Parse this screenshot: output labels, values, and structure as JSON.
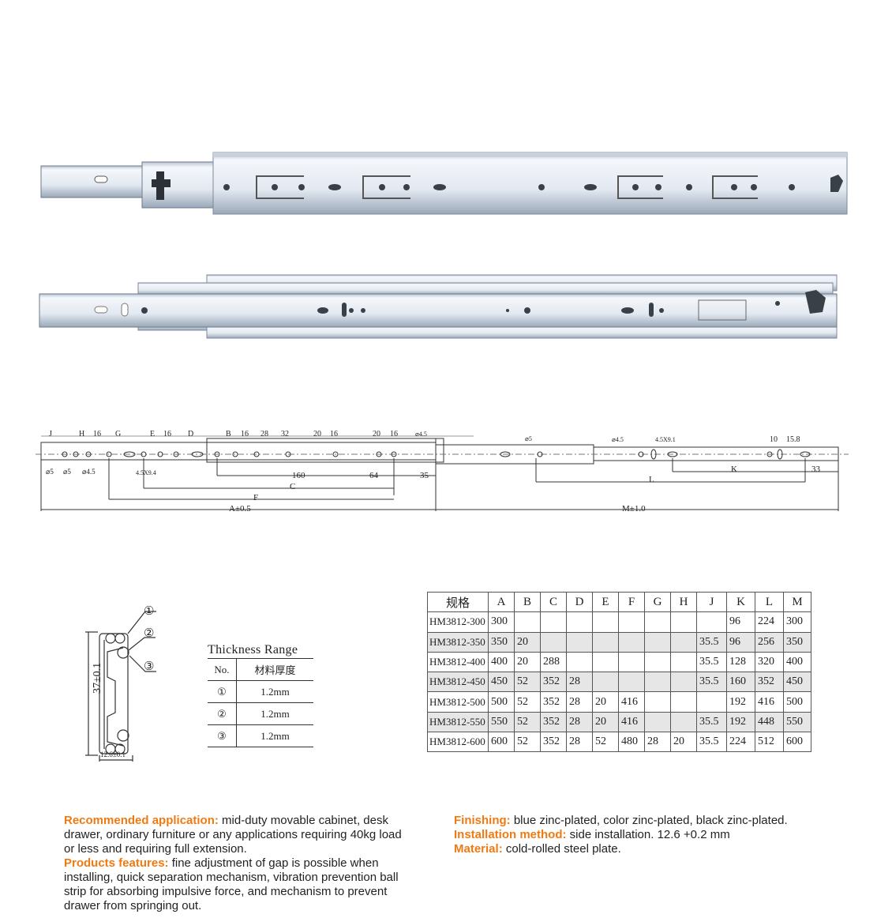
{
  "drawing": {
    "top_labels": [
      "J",
      "H",
      "16",
      "G",
      "E",
      "16",
      "D",
      "B",
      "16",
      "28",
      "32",
      "20",
      "16",
      "20",
      "16",
      "⌀4.5"
    ],
    "hole_labels": [
      "⌀5",
      "⌀5",
      "⌀4.5",
      "4.5X9.4",
      "⌀5",
      "⌀4.5",
      "4.5X9.1",
      "10",
      "15.8"
    ],
    "dims": {
      "d160": "160",
      "d64": "64",
      "d35": "35",
      "C": "C",
      "F": "F",
      "A": "A±0.5",
      "K": "K",
      "L": "L",
      "d33": "33",
      "M": "M±1.0"
    }
  },
  "profile": {
    "height_dim": "37±0.1",
    "width_dim": "12.6±0.1",
    "callouts": [
      "①",
      "②",
      "③"
    ]
  },
  "thickness": {
    "title": "Thickness Range",
    "col_no": "No.",
    "col_thickness": "材料厚度",
    "rows": [
      {
        "no": "①",
        "value": "1.2mm"
      },
      {
        "no": "②",
        "value": "1.2mm"
      },
      {
        "no": "③",
        "value": "1.2mm"
      }
    ]
  },
  "spec_table": {
    "headers": [
      "规格",
      "A",
      "B",
      "C",
      "D",
      "E",
      "F",
      "G",
      "H",
      "J",
      "K",
      "L",
      "M"
    ],
    "rows": [
      [
        "HM3812-300",
        "300",
        "",
        "",
        "",
        "",
        "",
        "",
        "",
        "",
        "96",
        "224",
        "300"
      ],
      [
        "HM3812-350",
        "350",
        "20",
        "",
        "",
        "",
        "",
        "",
        "",
        "35.5",
        "96",
        "256",
        "350"
      ],
      [
        "HM3812-400",
        "400",
        "20",
        "288",
        "",
        "",
        "",
        "",
        "",
        "35.5",
        "128",
        "320",
        "400"
      ],
      [
        "HM3812-450",
        "450",
        "52",
        "352",
        "28",
        "",
        "",
        "",
        "",
        "35.5",
        "160",
        "352",
        "450"
      ],
      [
        "HM3812-500",
        "500",
        "52",
        "352",
        "28",
        "20",
        "416",
        "",
        "",
        "",
        "192",
        "416",
        "500"
      ],
      [
        "HM3812-550",
        "550",
        "52",
        "352",
        "28",
        "20",
        "416",
        "",
        "",
        "35.5",
        "192",
        "448",
        "550"
      ],
      [
        "HM3812-600",
        "600",
        "52",
        "352",
        "28",
        "52",
        "480",
        "28",
        "20",
        "35.5",
        "224",
        "512",
        "600"
      ]
    ]
  },
  "description": {
    "application_label": "Recommended application:",
    "application_text": " mid-duty movable cabinet, desk drawer, ordinary furniture or any applications requiring 40kg load or less and requiring full extension.",
    "features_label": "Products features:",
    "features_text": " fine adjustment of gap is possible when installing, quick separation mechanism, vibration prevention ball strip for absorbing impulsive force, and mechanism to prevent drawer from springing out.",
    "finishing_label": "Finishing:",
    "finishing_text": " blue zinc-plated, color zinc-plated, black zinc-plated.",
    "installation_label": "Installation method:",
    "installation_text": " side installation. 12.6 +0.2 mm",
    "material_label": "Material:",
    "material_text": " cold-rolled steel plate."
  },
  "colors": {
    "accent": "#f07a12",
    "steel": "#dfe6ef"
  }
}
